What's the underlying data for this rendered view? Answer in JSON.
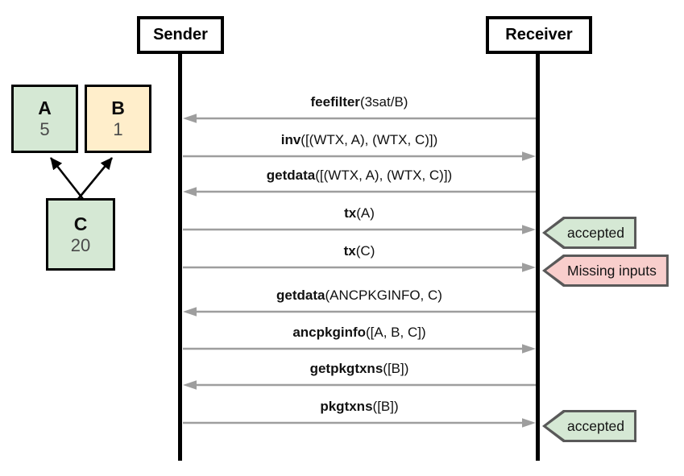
{
  "colors": {
    "green": "#d5e8d4",
    "yellow": "#ffeecb",
    "pink": "#f8cecc",
    "tag_border": "#595959",
    "arrow": "#9e9e9e"
  },
  "dag": {
    "nodes": [
      {
        "id": "A",
        "label": "A",
        "value": "5",
        "fill": "green"
      },
      {
        "id": "B",
        "label": "B",
        "value": "1",
        "fill": "yellow"
      },
      {
        "id": "C",
        "label": "C",
        "value": "20",
        "fill": "green"
      }
    ],
    "edges": [
      {
        "from": "C",
        "to": "A"
      },
      {
        "from": "C",
        "to": "B"
      }
    ]
  },
  "sequence": {
    "participants": [
      {
        "name": "Sender"
      },
      {
        "name": "Receiver"
      }
    ],
    "messages": [
      {
        "fn": "feefilter",
        "args": "(3sat/B)",
        "from": "Receiver",
        "to": "Sender"
      },
      {
        "fn": "inv",
        "args": "([(WTX, A), (WTX, C)])",
        "from": "Sender",
        "to": "Receiver"
      },
      {
        "fn": "getdata",
        "args": "([(WTX, A), (WTX, C)])",
        "from": "Receiver",
        "to": "Sender"
      },
      {
        "fn": "tx",
        "args": "(A)",
        "from": "Sender",
        "to": "Receiver",
        "annotation": {
          "text": "accepted",
          "status": "success"
        }
      },
      {
        "fn": "tx",
        "args": "(C)",
        "from": "Sender",
        "to": "Receiver",
        "annotation": {
          "text": "Missing inputs",
          "status": "error"
        }
      },
      {
        "fn": "getdata",
        "args": "(ANCPKGINFO, C)",
        "from": "Receiver",
        "to": "Sender"
      },
      {
        "fn": "ancpkginfo",
        "args": "([A, B, C])",
        "from": "Sender",
        "to": "Receiver"
      },
      {
        "fn": "getpkgtxns",
        "args": "([B])",
        "from": "Receiver",
        "to": "Sender"
      },
      {
        "fn": "pkgtxns",
        "args": "([B])",
        "from": "Sender",
        "to": "Receiver",
        "annotation": {
          "text": "accepted",
          "status": "success"
        }
      }
    ]
  }
}
